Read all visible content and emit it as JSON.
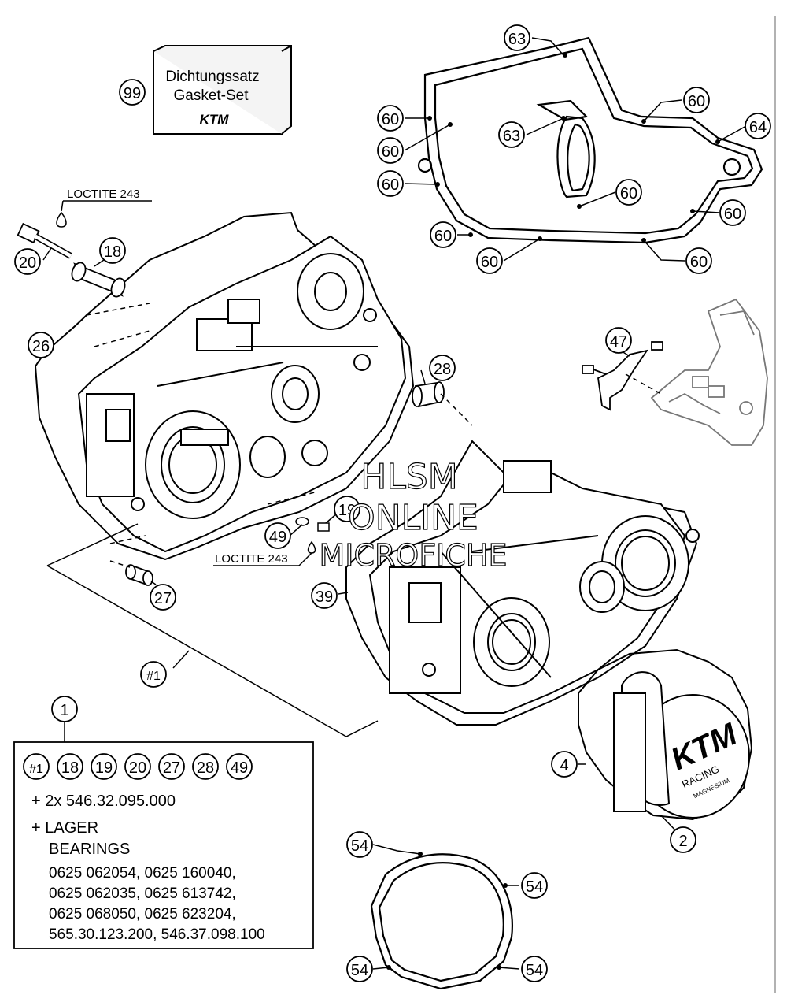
{
  "gasket_set": {
    "callout": "99",
    "line1": "Dichtungssatz",
    "line2": "Gasket-Set",
    "logo": "KTM"
  },
  "notes": {
    "loctite_top": "LOCTITE 243",
    "loctite_mid": "LOCTITE 243"
  },
  "callouts": {
    "c63a": "63",
    "c63b": "63",
    "c60a": "60",
    "c60b": "60",
    "c60c": "60",
    "c60d": "60",
    "c60e": "60",
    "c60f": "60",
    "c60g": "60",
    "c60h": "60",
    "c60i": "60",
    "c64": "64",
    "c20": "20",
    "c18": "18",
    "c26": "26",
    "c28": "28",
    "c47": "47",
    "c19": "19",
    "c49": "49",
    "c27": "27",
    "c39": "39",
    "c1hash": "#1",
    "c1": "1",
    "c4": "4",
    "c2": "2",
    "c54a": "54",
    "c54b": "54",
    "c54c": "54",
    "c54d": "54"
  },
  "kit_box": {
    "items": [
      "#1",
      "18",
      "19",
      "20",
      "27",
      "28",
      "49"
    ],
    "line_screws": "+ 2x 546.32.095.000",
    "line_lager": "+ LAGER",
    "line_bearings": "BEARINGS",
    "parts": [
      "0625 062054, 0625 160040,",
      "0625 062035, 0625 613742,",
      "0625 068050, 0625 623204,",
      "565.30.123.200, 546.37.098.100"
    ]
  },
  "cover_logo": {
    "brand": "KTM",
    "line1": "RACING",
    "line2": "MAGNESIUM"
  },
  "watermark": {
    "line1": "HLSM",
    "line2": "ONLINE",
    "line3": "MICROFICHE"
  }
}
